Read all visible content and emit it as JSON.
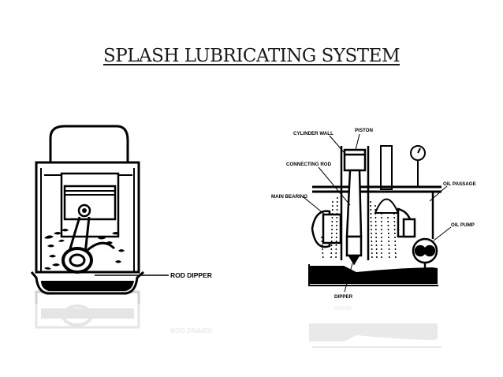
{
  "title": "SPLASH  LUBRICATING SYSTEM",
  "left_diagram": {
    "label_rod_dipper": "ROD DIPPER",
    "reflection_label": "ROD DIPPER"
  },
  "right_diagram": {
    "label_cylinder_wall": "CYLINDER WALL",
    "label_piston": "PISTON",
    "label_connecting_rod": "CONNECTING ROD",
    "label_main_bearing": "MAIN BEARING",
    "label_oil_passage": "OIL PASSAGE",
    "label_oil_pump": "OIL PUMP",
    "label_dipper": "DIPPER",
    "reflection_label": "DIPPER"
  },
  "colors": {
    "ink": "#000000",
    "background": "#ffffff"
  }
}
